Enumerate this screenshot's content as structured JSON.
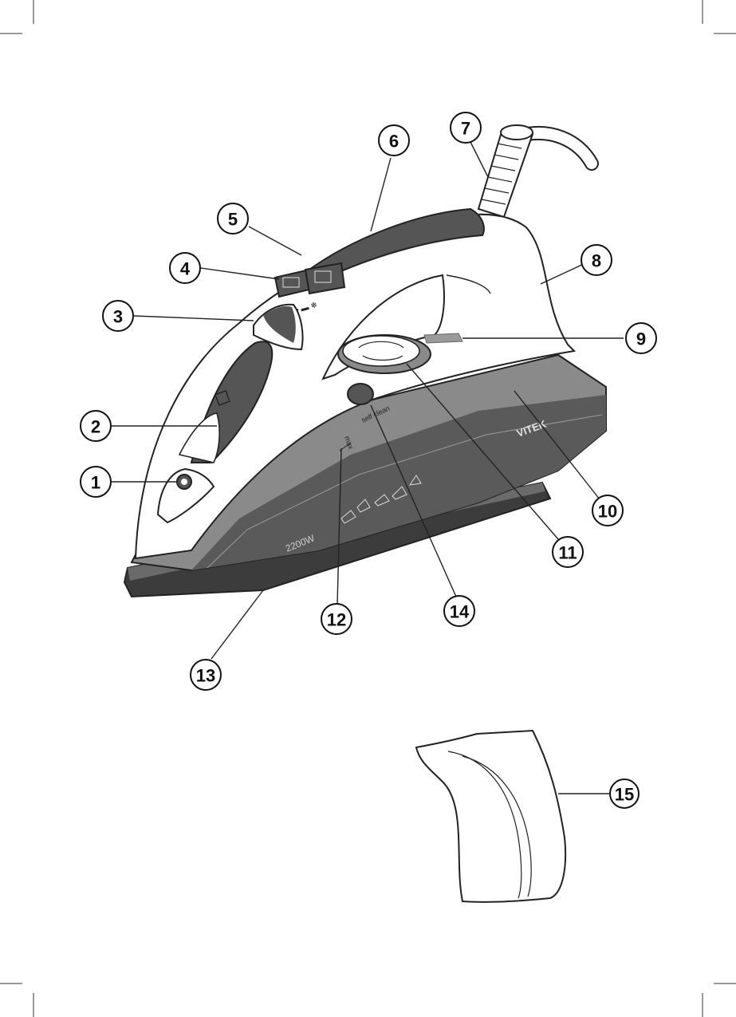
{
  "product": {
    "brand_label": "VITEK",
    "power_label": "2200W",
    "self_clean_label": "self clean",
    "max_label": "max"
  },
  "callouts": [
    {
      "number": "1"
    },
    {
      "number": "2"
    },
    {
      "number": "3"
    },
    {
      "number": "4"
    },
    {
      "number": "5"
    },
    {
      "number": "6"
    },
    {
      "number": "7"
    },
    {
      "number": "8"
    },
    {
      "number": "9"
    },
    {
      "number": "10"
    },
    {
      "number": "11"
    },
    {
      "number": "12"
    },
    {
      "number": "13"
    },
    {
      "number": "14"
    },
    {
      "number": "15"
    }
  ],
  "colors": {
    "body_dark": "#555555",
    "body_medium": "#8a8a8a",
    "soleplate": "#3c3c3c",
    "highlight": "#ffffff",
    "outline": "#222222"
  }
}
